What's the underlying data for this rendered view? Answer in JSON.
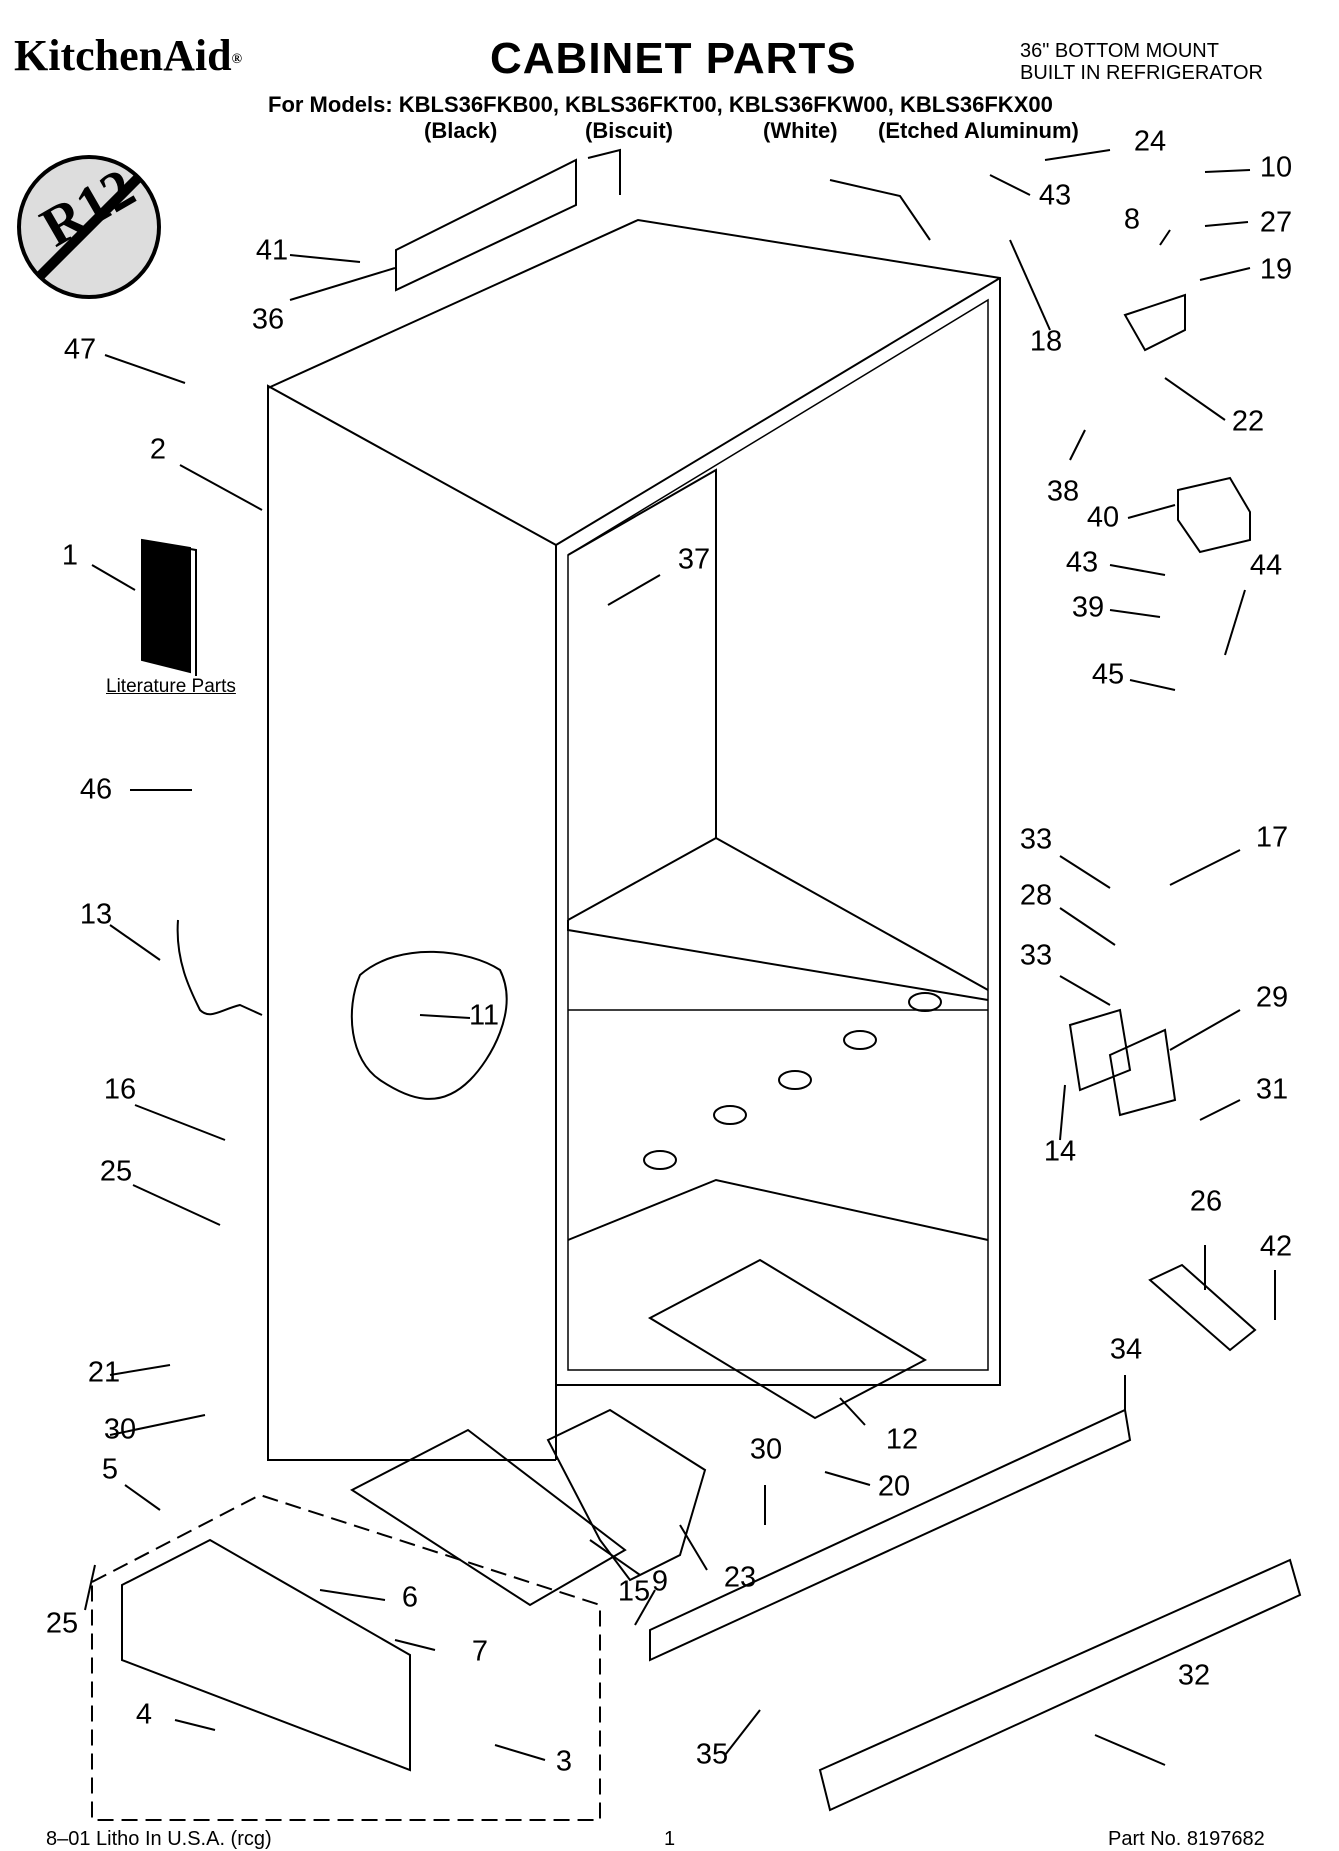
{
  "header": {
    "brand": "KitchenAid",
    "brand_mark": "®",
    "title": "CABINET PARTS",
    "subtitle_line1": "36\" BOTTOM MOUNT",
    "subtitle_line2": "BUILT IN REFRIGERATOR",
    "models_line": "For Models: KBLS36FKB00, KBLS36FKT00, KBLS36FKW00, KBLS36FKX00",
    "finishes": [
      "(Black)",
      "(Biscuit)",
      "(White)",
      "(Etched Aluminum)"
    ]
  },
  "badge": {
    "text": "R12"
  },
  "literature_label": "Literature Parts",
  "callouts": [
    "24",
    "10",
    "43",
    "8",
    "27",
    "19",
    "41",
    "36",
    "18",
    "22",
    "47",
    "2",
    "38",
    "40",
    "43",
    "44",
    "39",
    "45",
    "1",
    "37",
    "46",
    "33",
    "17",
    "28",
    "33",
    "29",
    "13",
    "11",
    "31",
    "14",
    "16",
    "25",
    "26",
    "42",
    "34",
    "21",
    "30",
    "12",
    "5",
    "30",
    "20",
    "25",
    "6",
    "15",
    "23",
    "9",
    "7",
    "4",
    "3",
    "35",
    "32"
  ],
  "footer": {
    "left": "8–01 Litho In U.S.A. (rcg)",
    "center": "1",
    "right": "Part No. 8197682"
  }
}
